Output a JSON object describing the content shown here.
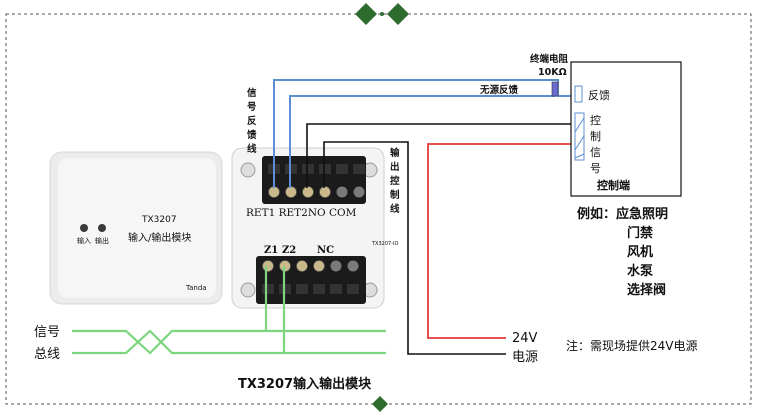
{
  "module": {
    "brand": "TX3207",
    "name": "输入/输出模块",
    "led_input": "输入",
    "led_output": "输出",
    "maker": "Tanda"
  },
  "terminals": {
    "top_labels": "RET1 RET2NO COM",
    "bottom_z1": "Z1",
    "bottom_z2": "Z2",
    "bottom_nc": "NC",
    "pcb_mark": "TX3207-IO"
  },
  "labels": {
    "signal_feedback_line": [
      "信",
      "号",
      "反",
      "馈",
      "线"
    ],
    "output_control_line": [
      "输",
      "出",
      "控",
      "制",
      "线"
    ],
    "end_resistor": "终端电阻",
    "resistor_value": "10KΩ",
    "dry_feedback": "无源反馈",
    "feedback": "反馈",
    "control_signal": [
      "控",
      "制",
      "信",
      "号"
    ],
    "control_end": "控制端",
    "example_title": "例如：应急照明",
    "examples": [
      "门禁",
      "风机",
      "水泵",
      "选择阀"
    ],
    "bus_label_1": "信号",
    "bus_label_2": "总线",
    "power_label_1": "24V",
    "power_label_2": "电源",
    "note": "注：需现场提供24V电源",
    "caption": "TX3207输入输出模块"
  },
  "colors": {
    "frame_dash": "#555555",
    "diamond": "#2e6b2e",
    "wire_black": "#111111",
    "wire_blue": "#5b8fd1",
    "wire_red": "#e23b3b",
    "wire_green": "#7dd67d",
    "module_body": "#f1f1f1",
    "terminal_block": "#1b1b1b"
  }
}
